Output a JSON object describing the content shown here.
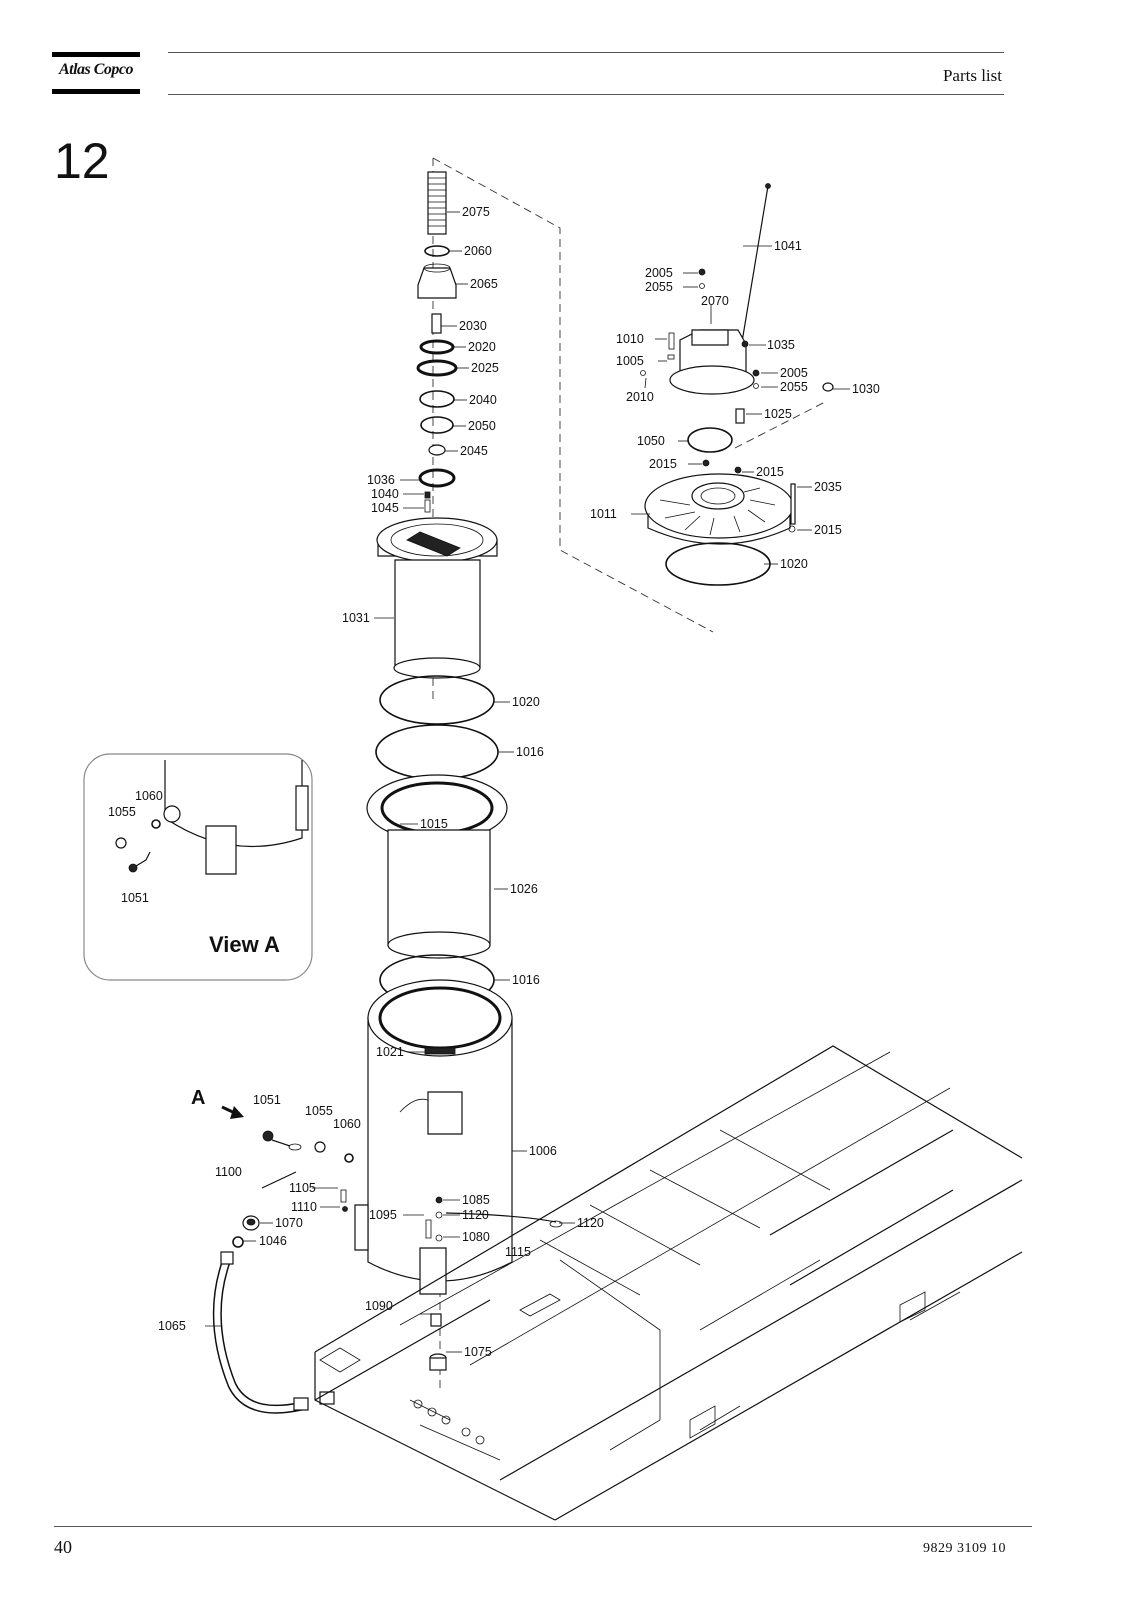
{
  "header": {
    "brand": "Atlas Copco",
    "title": "Parts list"
  },
  "section": {
    "number": "12"
  },
  "diagram": {
    "view_title": "View A",
    "arrow_label": "A",
    "callouts": [
      "2075",
      "2060",
      "2065",
      "2030",
      "2020",
      "2025",
      "2040",
      "2050",
      "2045",
      "1036",
      "1040",
      "1045",
      "1031",
      "1020",
      "1016",
      "1015",
      "1026",
      "1016",
      "1021",
      "1006",
      "1051",
      "1055",
      "1060",
      "1100",
      "1105",
      "1110",
      "1095",
      "1085",
      "1120",
      "1080",
      "1115",
      "1120",
      "1070",
      "1046",
      "1065",
      "1090",
      "1075",
      "1041",
      "2005",
      "2055",
      "2070",
      "1010",
      "1005",
      "1035",
      "2005",
      "2055",
      "2010",
      "1030",
      "1025",
      "1050",
      "2015",
      "2015",
      "2035",
      "1011",
      "2015",
      "1020",
      "1060",
      "1055",
      "1051"
    ]
  },
  "footer": {
    "page_number": "40",
    "doc_number": "9829  3109  10"
  }
}
